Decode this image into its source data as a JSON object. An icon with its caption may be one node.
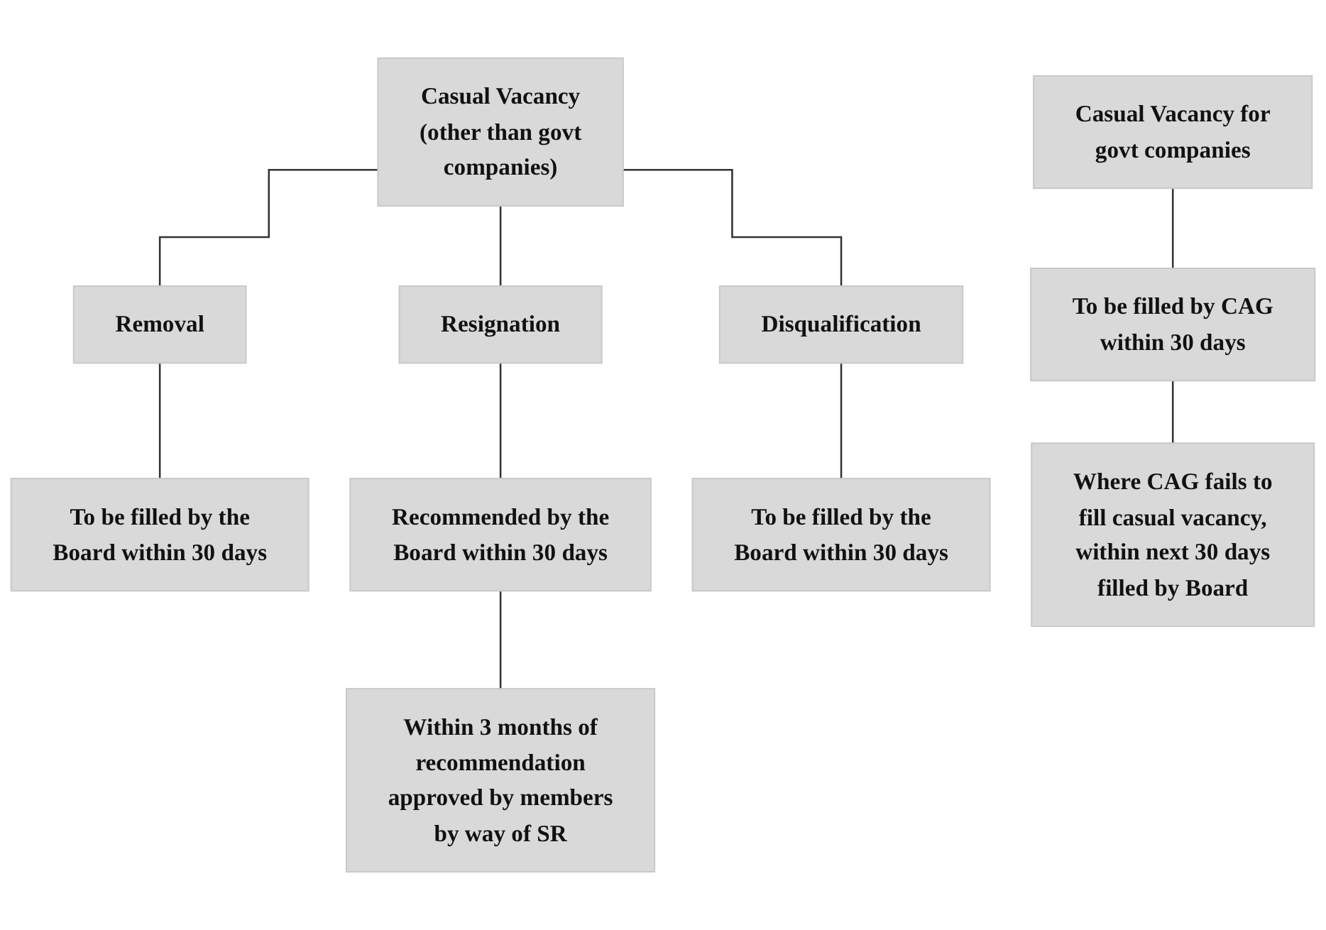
{
  "diagram": {
    "nodes": [
      {
        "text": [
          "Casual Vacancy (other than govt companies)"
        ]
      },
      {
        "text": [
          "Removal"
        ]
      },
      {
        "text": [
          "Resignation"
        ]
      },
      {
        "text": [
          "Disqualification"
        ]
      },
      {
        "text": [
          "To be filled by the Board within 30 days"
        ]
      },
      {
        "text": [
          "Recommended by the Board within 30 days"
        ]
      },
      {
        "text": [
          "To be filled by the Board within 30 days"
        ]
      },
      {
        "text": [
          "Within 3 months of recommendation approved by members by way of SR"
        ]
      },
      {
        "text": [
          "Casual Vacancy for govt companies"
        ]
      },
      {
        "text": [
          "To be filled by CAG within 30 days"
        ]
      },
      {
        "text": [
          "Where CAG fails to fill casual vacancy, within next 30 days filled by Board"
        ]
      }
    ],
    "edges": [
      {
        "from": 0,
        "to": 1,
        "arrow": "none"
      },
      {
        "from": 0,
        "to": 2,
        "arrow": "none"
      },
      {
        "from": 0,
        "to": 3,
        "arrow": "none"
      },
      {
        "from": 1,
        "to": 4,
        "arrow": "none"
      },
      {
        "from": 2,
        "to": 5,
        "arrow": "none"
      },
      {
        "from": 3,
        "to": 6,
        "arrow": "none"
      },
      {
        "from": 5,
        "to": 7,
        "arrow": "none"
      },
      {
        "from": 8,
        "to": 9,
        "arrow": "none"
      },
      {
        "from": 9,
        "to": 10,
        "arrow": "none"
      }
    ]
  }
}
